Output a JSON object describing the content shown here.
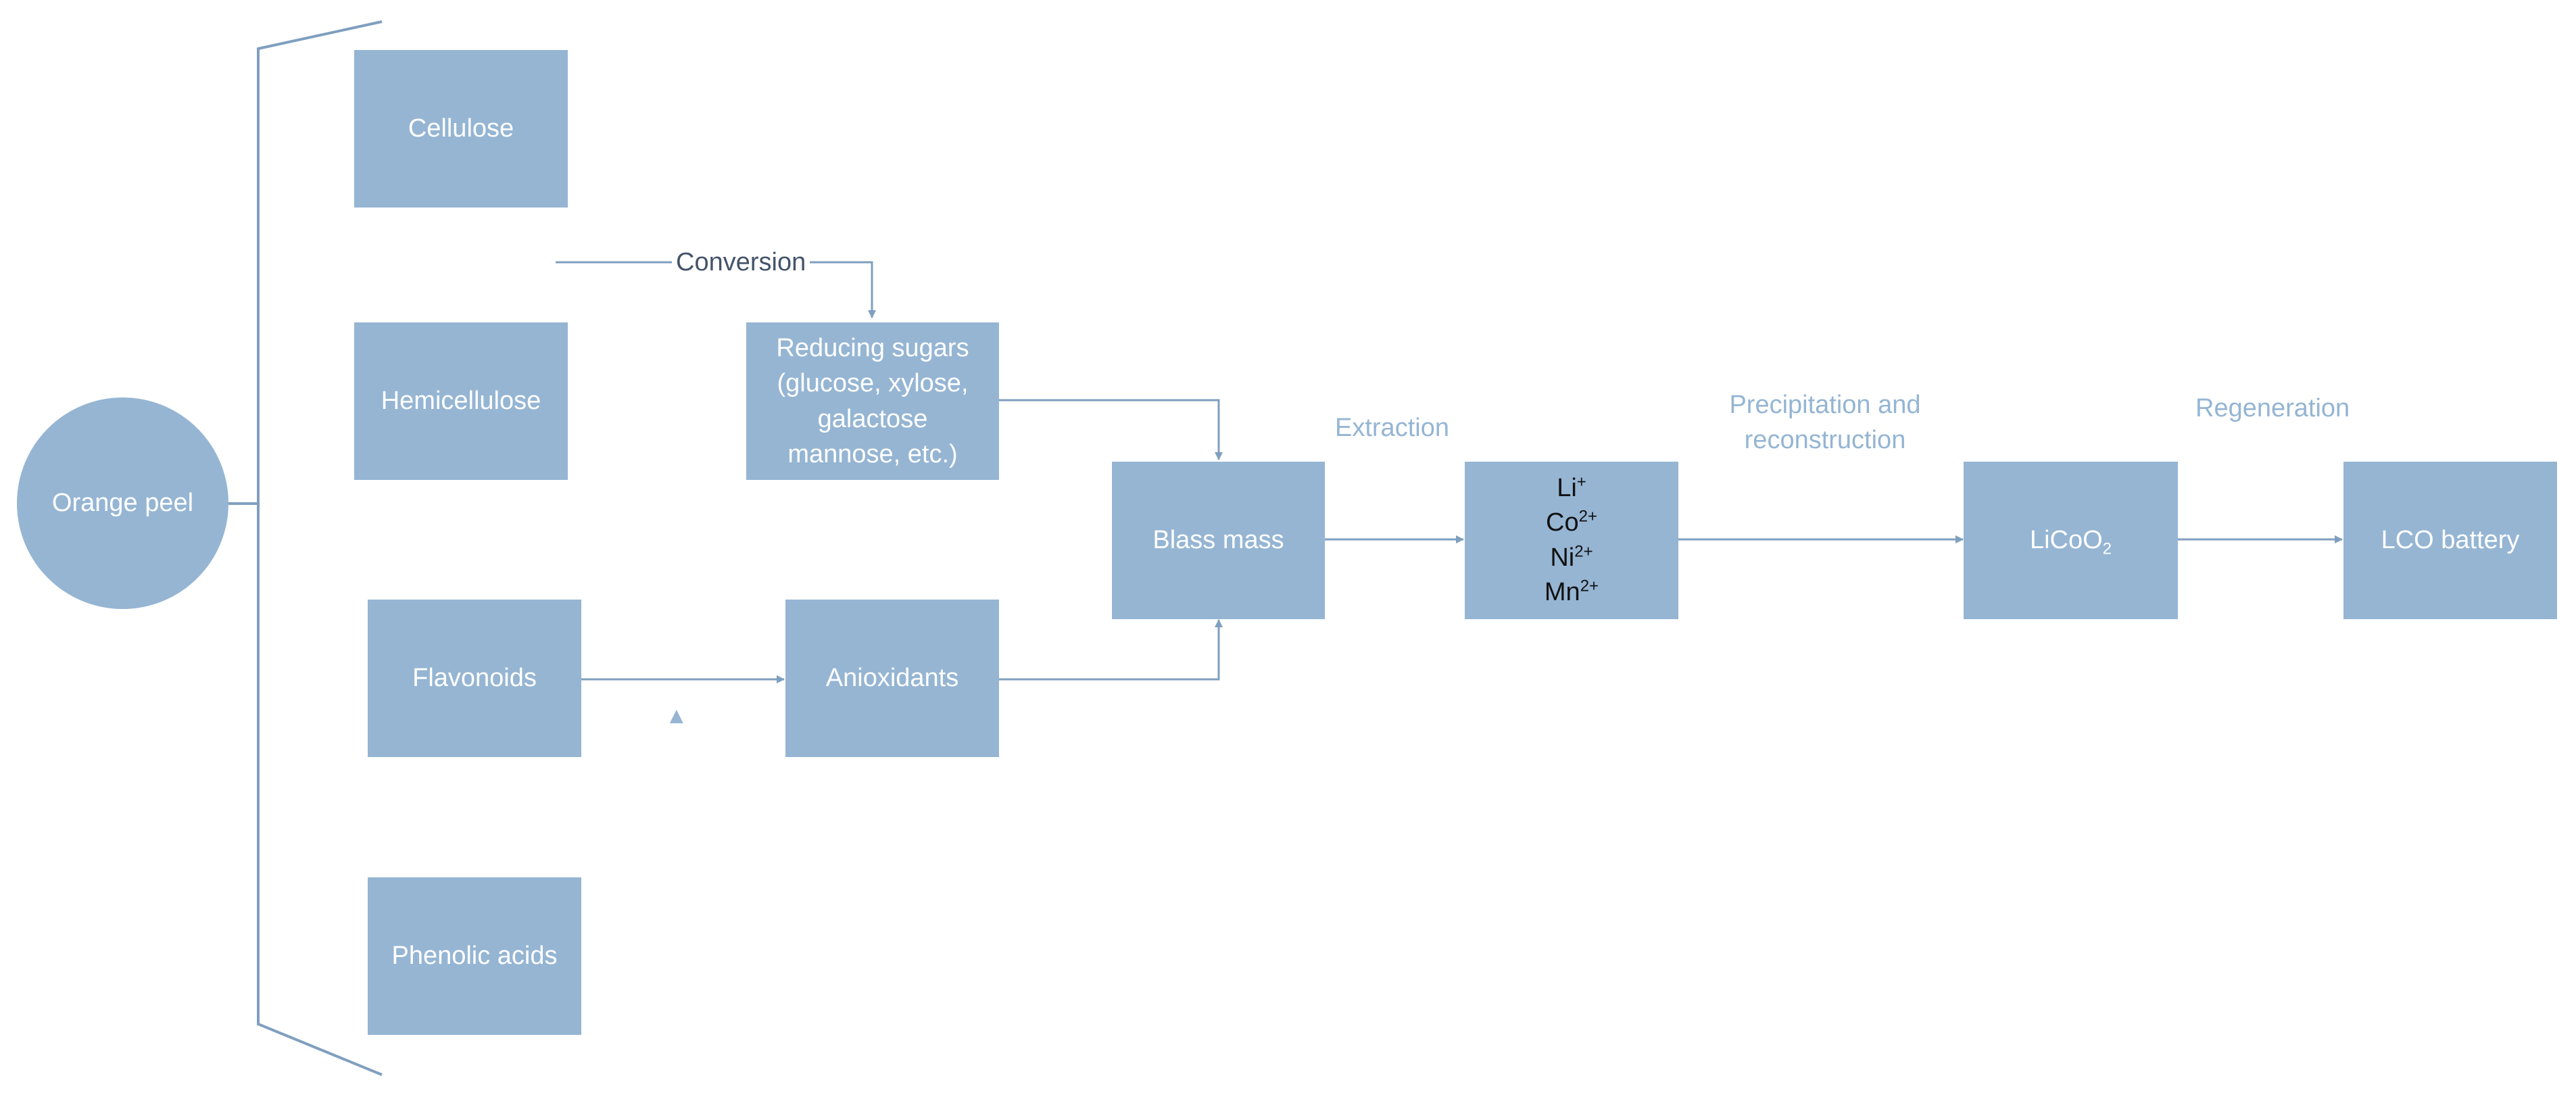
{
  "nodes": {
    "orange_peel": "Orange peel",
    "cellulose": "Cellulose",
    "hemicellulose": "Hemicellulose",
    "flavonoids": "Flavonoids",
    "phenolic_acids": "Phenolic acids",
    "reducing_sugars": {
      "line1": "Reducing sugars",
      "line2": "(glucose, xylose,",
      "line3": "galactose",
      "line4": "mannose, etc.)"
    },
    "antioxidants": "Anioxidants",
    "black_mass": "Blass mass",
    "metal_ions": [
      {
        "symbol": "Li",
        "charge": "+"
      },
      {
        "symbol": "Co",
        "charge": "2+"
      },
      {
        "symbol": "Ni",
        "charge": "2+"
      },
      {
        "symbol": "Mn",
        "charge": "2+"
      }
    ],
    "licoo2": {
      "base": "LiCoO",
      "subscript": "2"
    },
    "lco_battery": "LCO battery"
  },
  "labels": {
    "conversion": "Conversion",
    "delta": "▲",
    "extraction": "Extraction",
    "precipitation_line1": "Precipitation and",
    "precipitation_line2": "reconstruction",
    "regeneration": "Regeneration"
  },
  "colors": {
    "box_fill": "#95b5d3",
    "line": "#7f9fbf",
    "label_light": "#95b5d3",
    "label_dark": "#44546a",
    "box_text": "#ffffff",
    "ion_text": "#111111"
  }
}
